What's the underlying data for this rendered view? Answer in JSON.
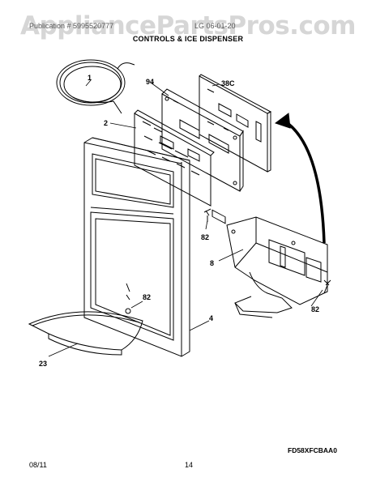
{
  "watermark": "AppliancePartsPros.com",
  "header": {
    "left": "Publication # 5995520777",
    "right": "LG 06-01-20",
    "title": "CONTROLS & ICE DISPENSER"
  },
  "callouts": {
    "p1": "1",
    "p94": "94",
    "p38c": "38C",
    "p2": "2",
    "p82a": "82",
    "p8": "8",
    "p82b": "82",
    "p82c": "82",
    "p4": "4",
    "p23": "23"
  },
  "footer": {
    "model": "FD58XFCBAA0",
    "date": "08/11",
    "page": "14"
  }
}
